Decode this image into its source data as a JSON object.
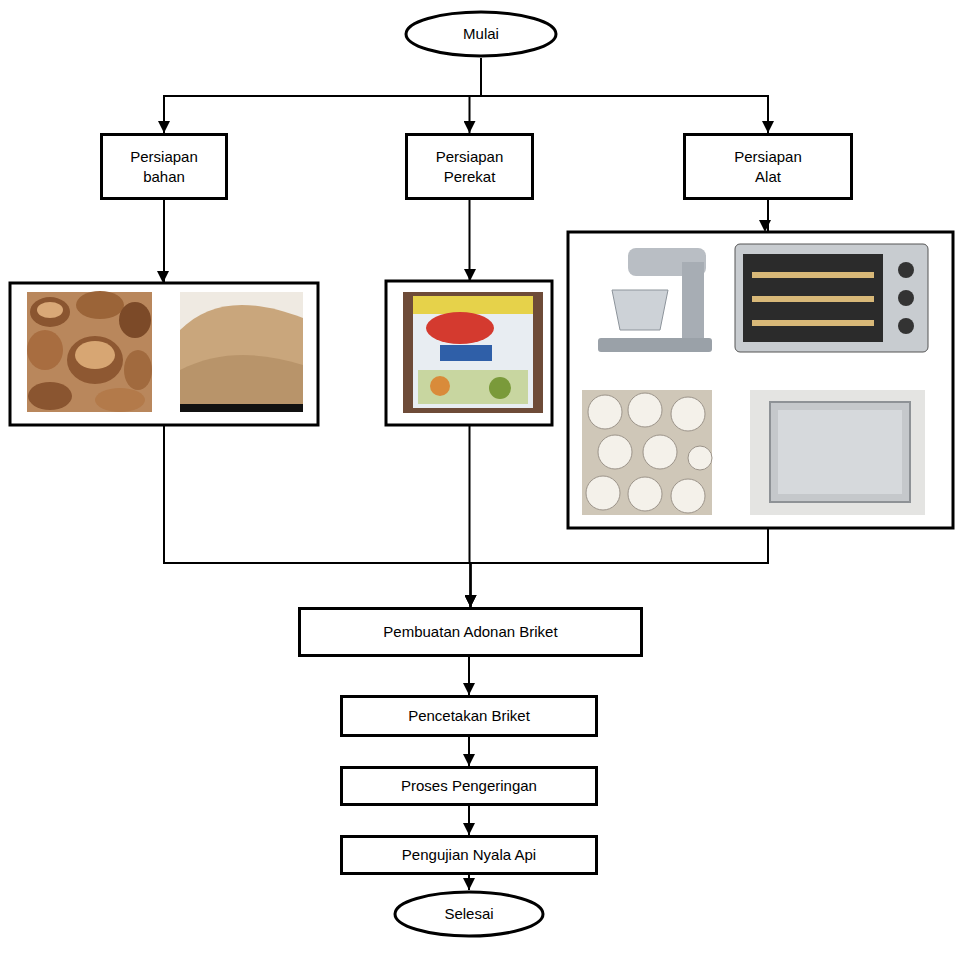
{
  "diagram": {
    "nodes": [
      {
        "text": [
          "Mulai"
        ]
      },
      {
        "text": [
          "Persiapan bahan"
        ]
      },
      {
        "text": [
          "Persiapan Perekat"
        ]
      },
      {
        "text": [
          "Persiapan Alat"
        ]
      },
      {
        "text": [
          "Pembuatan Adonan Briket"
        ]
      },
      {
        "text": [
          "Pencetakan Briket"
        ]
      },
      {
        "text": [
          "Proses Pengeringan"
        ]
      },
      {
        "text": [
          "Pengujian Nyala Api"
        ]
      },
      {
        "text": [
          "Selesai"
        ]
      }
    ],
    "edges": [
      {
        "from": 0,
        "to": 1,
        "arrow": "to"
      },
      {
        "from": 0,
        "to": 2,
        "arrow": "to"
      },
      {
        "from": 0,
        "to": 3,
        "arrow": "to"
      },
      {
        "from": 1,
        "to": 4,
        "arrow": "to"
      },
      {
        "from": 2,
        "to": 4,
        "arrow": "to"
      },
      {
        "from": 3,
        "to": 4,
        "arrow": "to"
      },
      {
        "from": 4,
        "to": 5,
        "arrow": "to"
      },
      {
        "from": 5,
        "to": 6,
        "arrow": "to"
      },
      {
        "from": 6,
        "to": 7,
        "arrow": "to"
      },
      {
        "from": 7,
        "to": 8,
        "arrow": "to"
      }
    ]
  }
}
